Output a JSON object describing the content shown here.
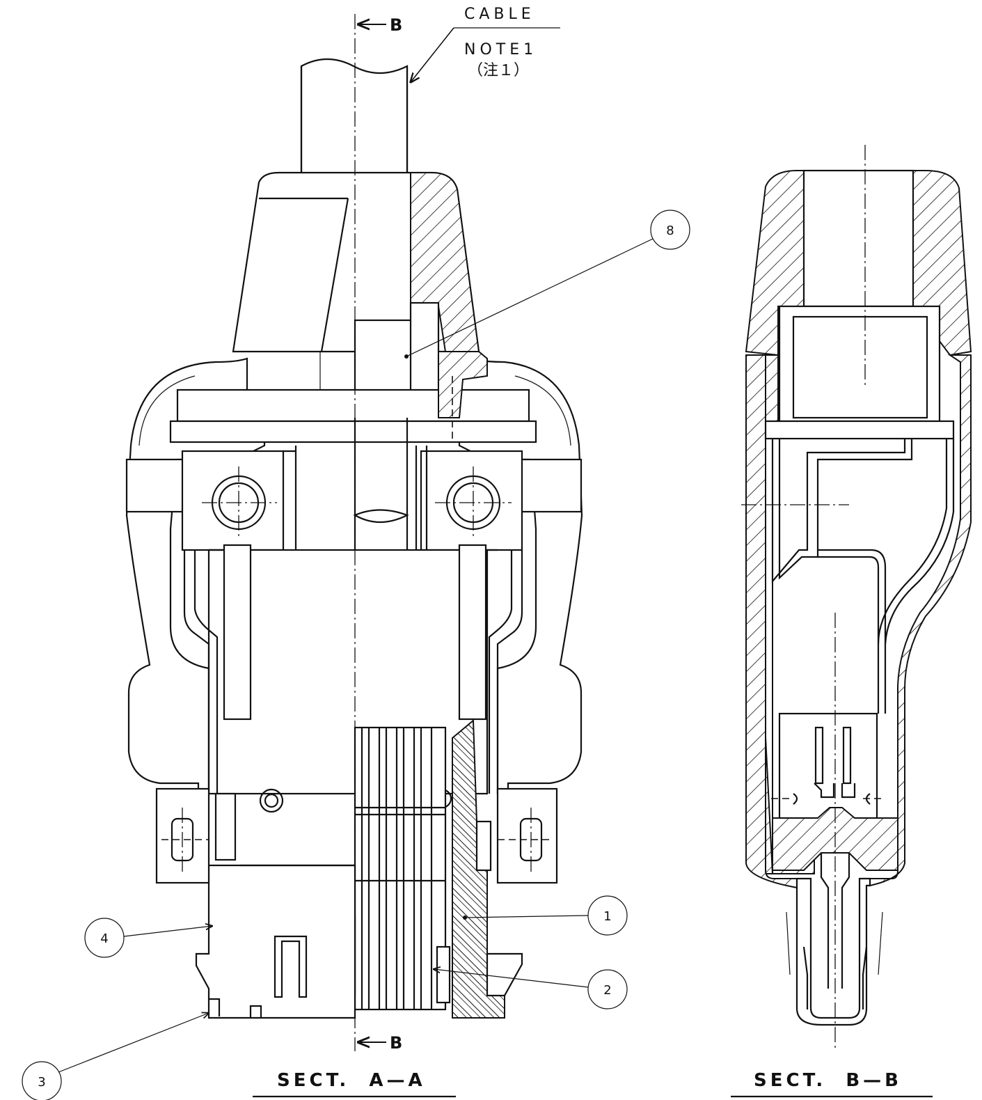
{
  "labels": {
    "cable": "CABLE",
    "note_line1": "NOTE1",
    "note_line2": "（注１）",
    "section_mark_top": "B",
    "section_mark_bottom": "B",
    "sect_aa": "SECT.  A—A",
    "sect_bb": "SECT.  B—B"
  },
  "balloons": {
    "b1": "1",
    "b2": "2",
    "b3": "3",
    "b4": "4",
    "b8": "8"
  }
}
